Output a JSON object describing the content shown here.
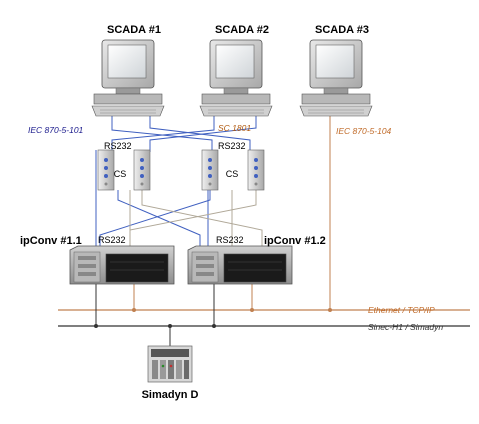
{
  "nodes": {
    "scada1": "SCADA #1",
    "scada2": "SCADA #2",
    "scada3": "SCADA #3",
    "ipconv11": "ipConv #1.1",
    "ipconv12": "ipConv #1.2",
    "simadyn": "Simadyn D"
  },
  "protocols": {
    "iec101": "IEC 870-5-101",
    "sc1801": "SC 1801",
    "iec104": "IEC 870-5-104"
  },
  "ports": {
    "rs232": "RS232",
    "cs": "CS"
  },
  "networks": {
    "ethernet": "Ethernet / TCP/IP",
    "sinec": "Sinec-H1 / Simadyn"
  },
  "colors": {
    "iec101": "#1a1a8c",
    "sc1801": "#b05a10",
    "iec104": "#c06a28",
    "ethernet_line": "#c08050",
    "sinec_line": "#333333",
    "blue_link": "#4060c0",
    "gray_link": "#b0a898"
  }
}
